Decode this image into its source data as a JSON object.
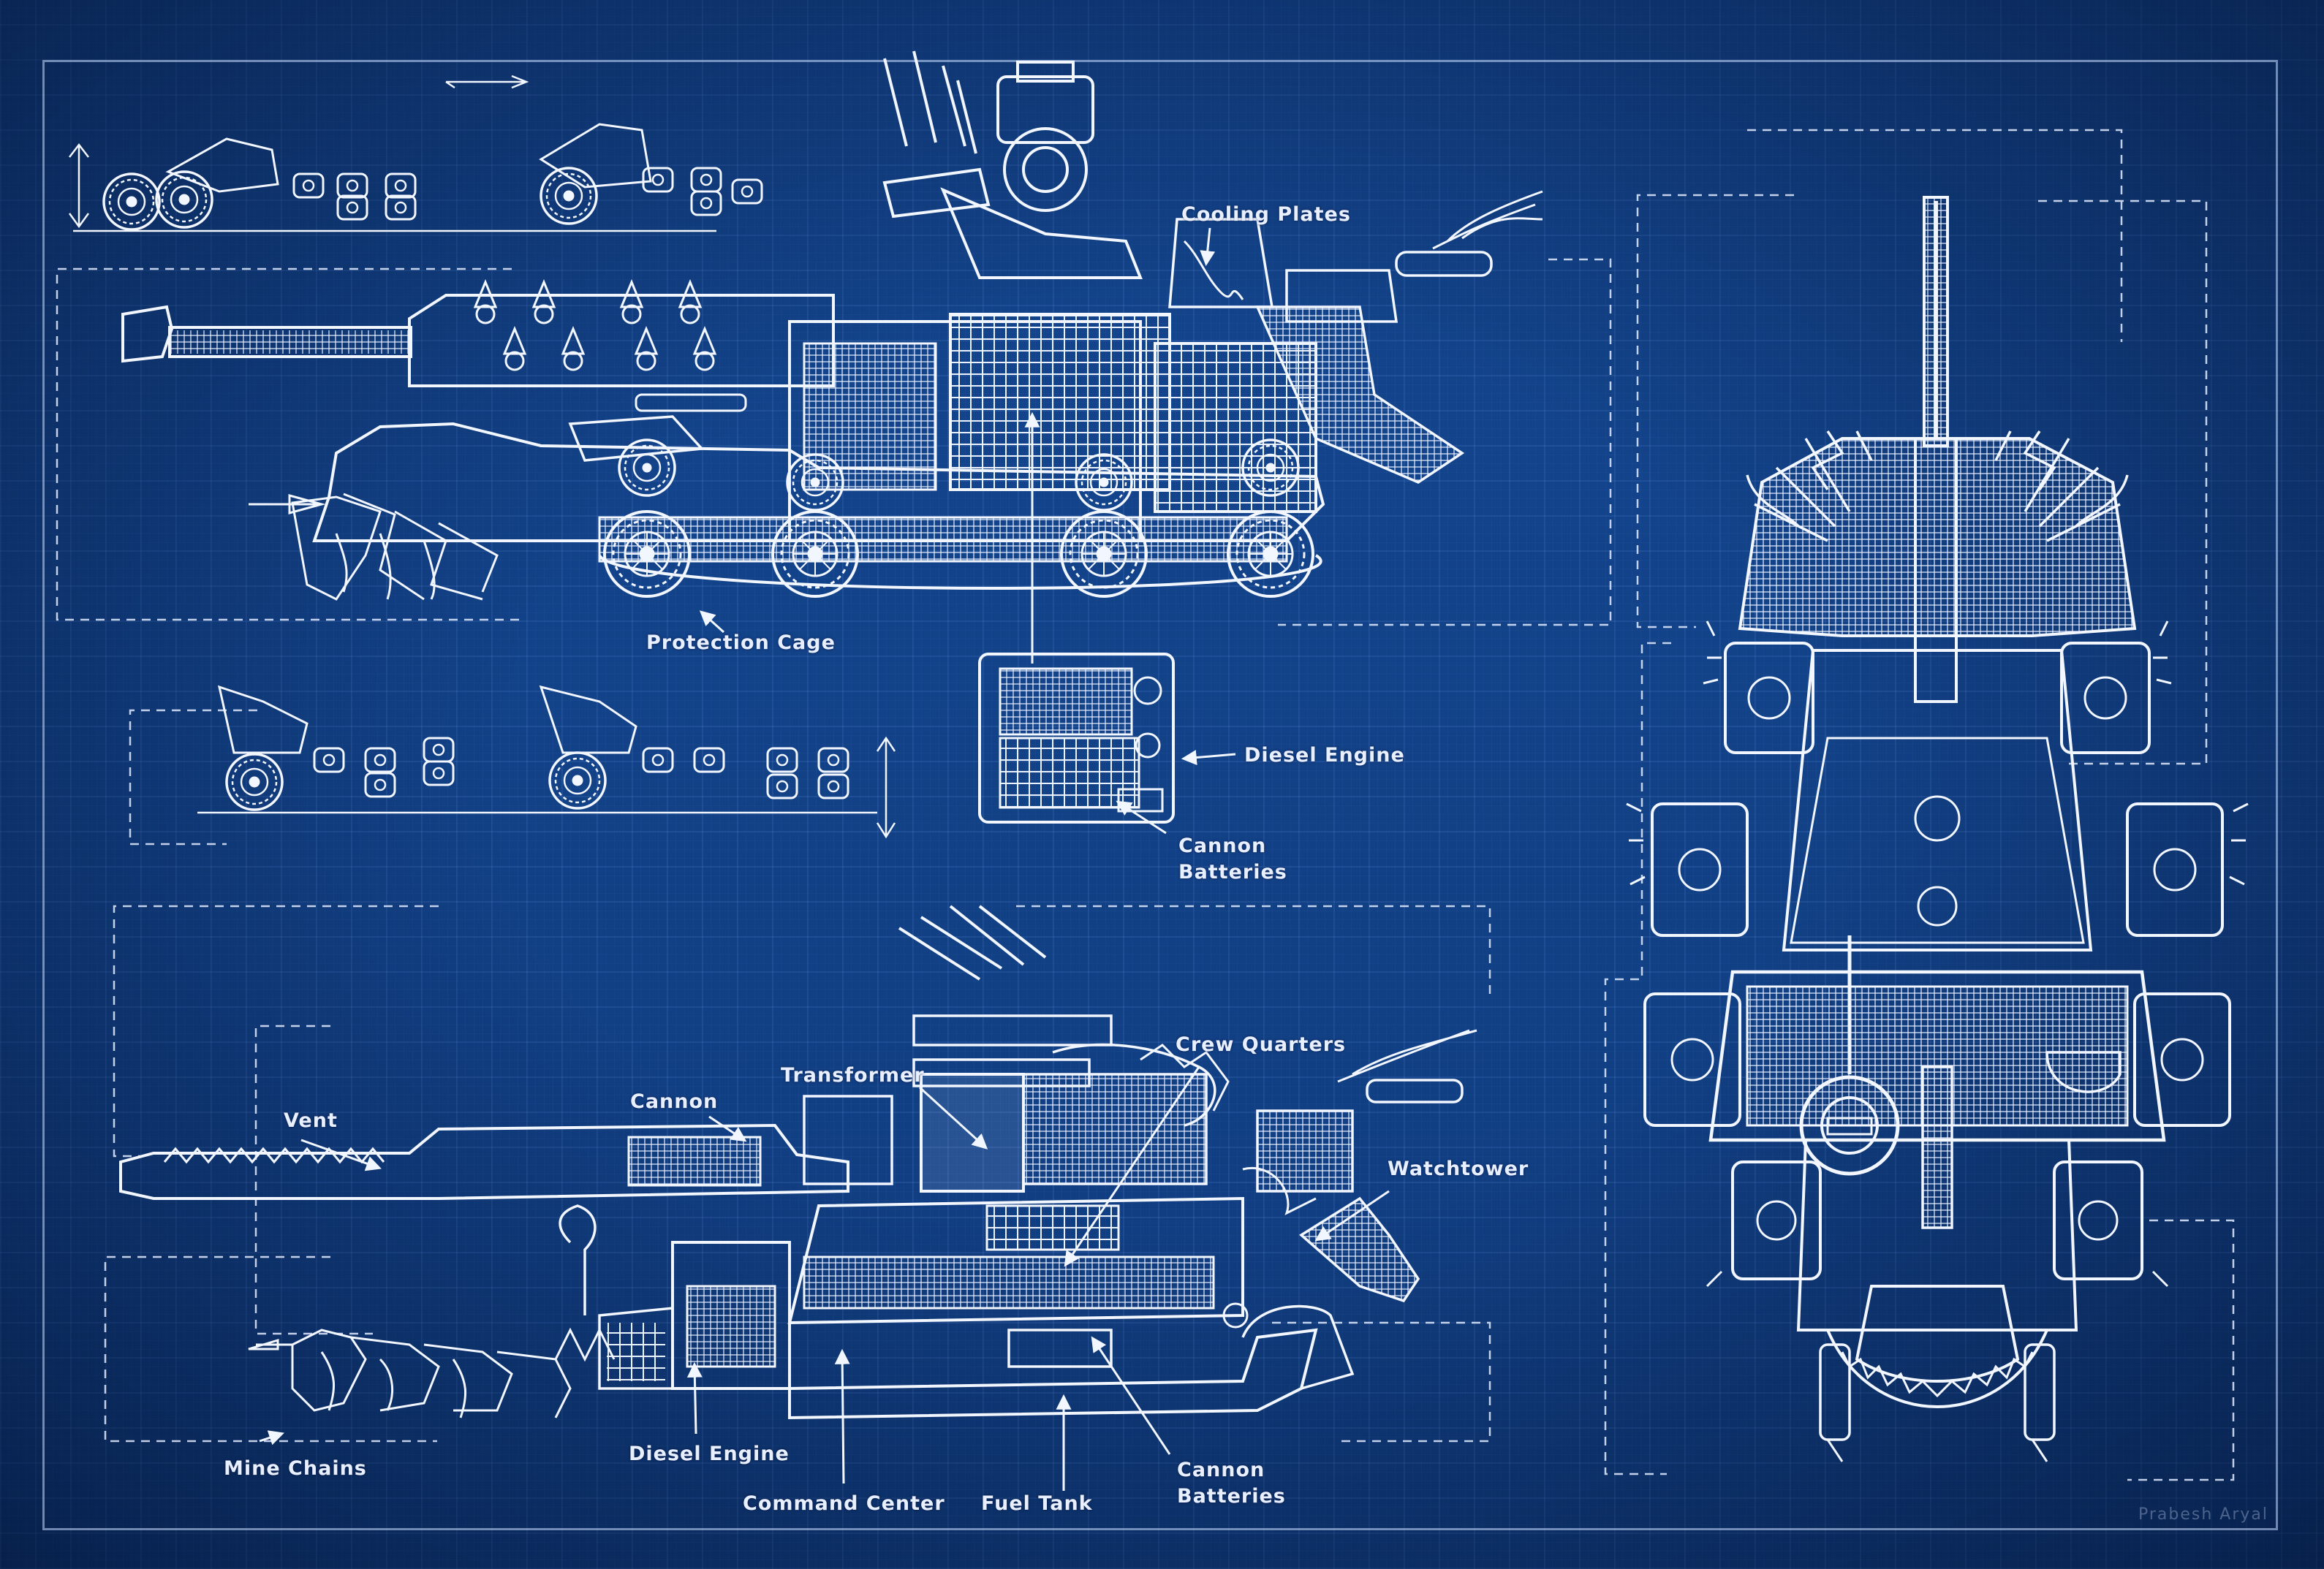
{
  "labels": {
    "cooling_plates": "Cooling Plates",
    "protection_cage": "Protection Cage",
    "diesel_engine_top": "Diesel Engine",
    "cannon_batteries_top": [
      "Cannon",
      "Batteries"
    ],
    "crew_quarters": "Crew Quarters",
    "transformer": "Transformer",
    "cannon": "Cannon",
    "vent": "Vent",
    "watchtower": "Watchtower",
    "mine_chains": "Mine Chains",
    "diesel_engine_bottom": "Diesel Engine",
    "command_center": "Command Center",
    "fuel_tank": "Fuel Tank",
    "cannon_batteries_bottom": [
      "Cannon",
      "Batteries"
    ]
  },
  "signature": "Prabesh Aryal",
  "colors": {
    "background": "#103c7e",
    "line": "#f2f6ff",
    "grid": "#5f8fd6"
  }
}
